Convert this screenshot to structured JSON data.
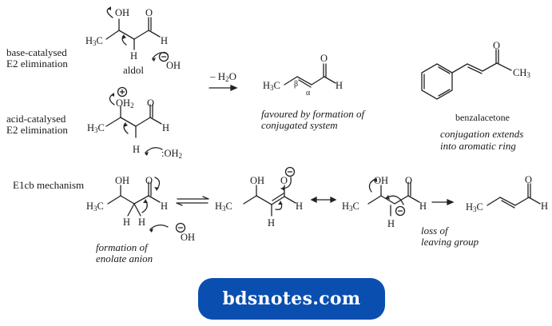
{
  "rows": {
    "base": {
      "label_line1": "base-catalysed",
      "label_line2": "E2 elimination",
      "molecule_name": "aldol",
      "atoms": {
        "oh": "OH",
        "o": "O",
        "h3c": "H3C",
        "h_right": "H",
        "h_bottom": "H",
        "hydroxide": "OH"
      }
    },
    "acid": {
      "label_line1": "acid-catalysed",
      "label_line2": "E2 elimination",
      "atoms": {
        "oh2": "OH2",
        "o": "O",
        "h3c": "H3C",
        "h_right": "H",
        "h_bottom": "H",
        "water": ":OH2"
      }
    },
    "e1cb": {
      "label": "E1cb mechanism",
      "step1_caption_line1": "formation of",
      "step1_caption_line2": "enolate anion",
      "step3_caption_line1": "loss of",
      "step3_caption_line2": "leaving group"
    }
  },
  "reaction": {
    "arrow_label": "– H2O",
    "product_alpha": "α",
    "product_beta": "β",
    "caption_line1": "favoured by formation of",
    "caption_line2": "conjugated system"
  },
  "benzalacetone": {
    "name": "benzalacetone",
    "ch3": "CH3",
    "caption_line1": "conjugation extends",
    "caption_line2": "into aromatic ring"
  },
  "watermark": {
    "text": "bdsnotes.com",
    "color": "#0a4fb0"
  }
}
